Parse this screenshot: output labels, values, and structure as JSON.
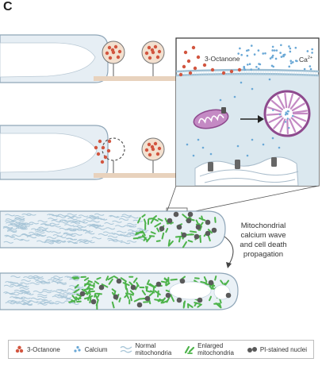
{
  "panel_letter": "C",
  "labels": {
    "octanone": "3-Octanone",
    "calcium_ion": "Ca",
    "calcium_sup": "2+"
  },
  "side_caption": [
    "Mitochondrial",
    "calcium wave",
    "and cell death",
    "propagation"
  ],
  "legend": [
    {
      "name": "octanone",
      "label_lines": [
        "3-Octanone"
      ]
    },
    {
      "name": "calcium",
      "label_lines": [
        "Calcium"
      ]
    },
    {
      "name": "normal-mito",
      "label_lines": [
        "Normal",
        "mitochondria"
      ]
    },
    {
      "name": "enlarged-mito",
      "label_lines": [
        "Enlarged",
        "mitochondria"
      ]
    },
    {
      "name": "pi-nuclei",
      "label_lines": [
        "PI-stained nuclei"
      ]
    }
  ],
  "colors": {
    "octanone": "#d2553f",
    "calcium": "#6aa8d6",
    "hypha_fill": "#e6eef4",
    "hypha_stroke": "#8fa6b8",
    "stalk": "#e8d2bd",
    "cell_bg": "#dbe8ef",
    "normal_mito": "#a9c6d8",
    "enlarged_mito": "#4db34a",
    "nuclei": "#5a5a5a",
    "mito_purple": "#8e4a8e"
  }
}
